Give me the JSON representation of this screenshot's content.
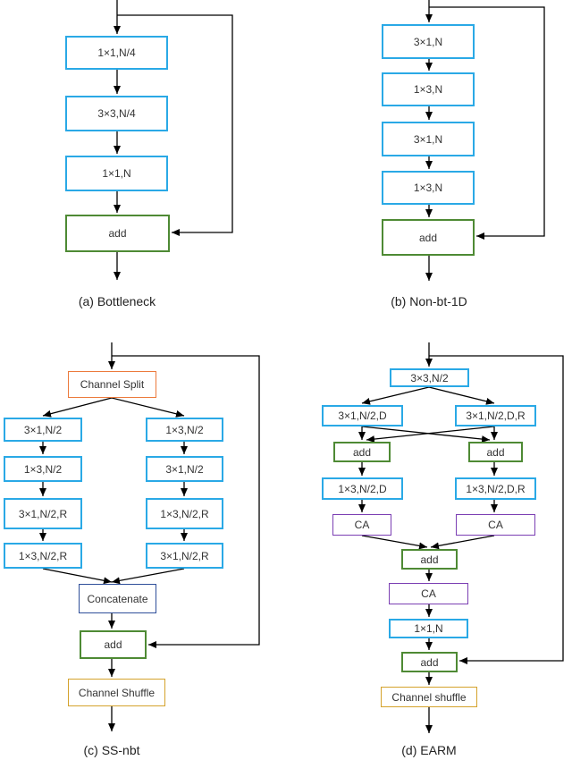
{
  "captions": {
    "a": "(a) Bottleneck",
    "b": "(b) Non-bt-1D",
    "c": "(c) SS-nbt",
    "d": "(d) EARM"
  },
  "bottleneck": {
    "conv1": "1×1,N/4",
    "conv2": "3×3,N/4",
    "conv3": "1×1,N",
    "add": "add"
  },
  "nonbt1d": {
    "conv1": "3×1,N",
    "conv2": "1×3,N",
    "conv3": "3×1,N",
    "conv4": "1×3,N",
    "add": "add"
  },
  "ssnbt": {
    "split": "Channel Split",
    "left": [
      "3×1,N/2",
      "1×3,N/2",
      "3×1,N/2,R",
      "1×3,N/2,R"
    ],
    "right": [
      "1×3,N/2",
      "3×1,N/2",
      "1×3,N/2,R",
      "3×1,N/2,R"
    ],
    "concat": "Concatenate",
    "add": "add",
    "shuffle": "Channel Shuffle"
  },
  "earm": {
    "conv_top": "3×3,N/2",
    "left_conv1": "3×1,N/2,D",
    "right_conv1": "3×1,N/2,D,R",
    "left_add": "add",
    "right_add": "add",
    "left_conv2": "1×3,N/2,D",
    "right_conv2": "1×3,N/2,D,R",
    "left_ca": "CA",
    "right_ca": "CA",
    "add1": "add",
    "ca": "CA",
    "conv_out": "1×1,N",
    "add2": "add",
    "shuffle": "Channel shuffle"
  },
  "colors": {
    "conv_border": "#2aa9e6",
    "add_border": "#4e8a34",
    "split_border": "#ec7a3c",
    "shuffle_border": "#d4a22c",
    "ca_border": "#7b3fb3",
    "concat_border": "#2f4f9a",
    "arrow": "#000000"
  }
}
